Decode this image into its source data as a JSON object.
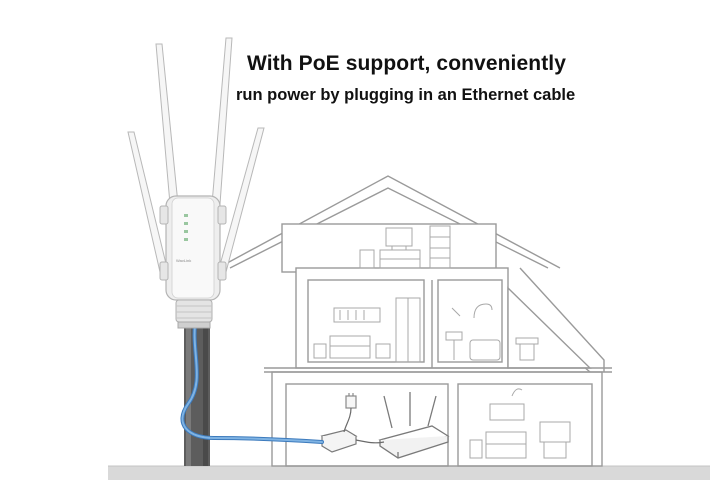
{
  "headline": {
    "line1": "With PoE support, conveniently",
    "line2": "run power by plugging in an Ethernet cable"
  },
  "device": {
    "brand_label": "WavLink"
  },
  "colors": {
    "cable": "#5b9bd5",
    "outline": "#9a9a9a",
    "pole": "#5d5d5d",
    "ground": "#d6d6d6"
  },
  "icons": [
    "outdoor-access-point-icon",
    "house-icon",
    "router-icon",
    "poe-injector-icon",
    "power-plug-icon"
  ]
}
